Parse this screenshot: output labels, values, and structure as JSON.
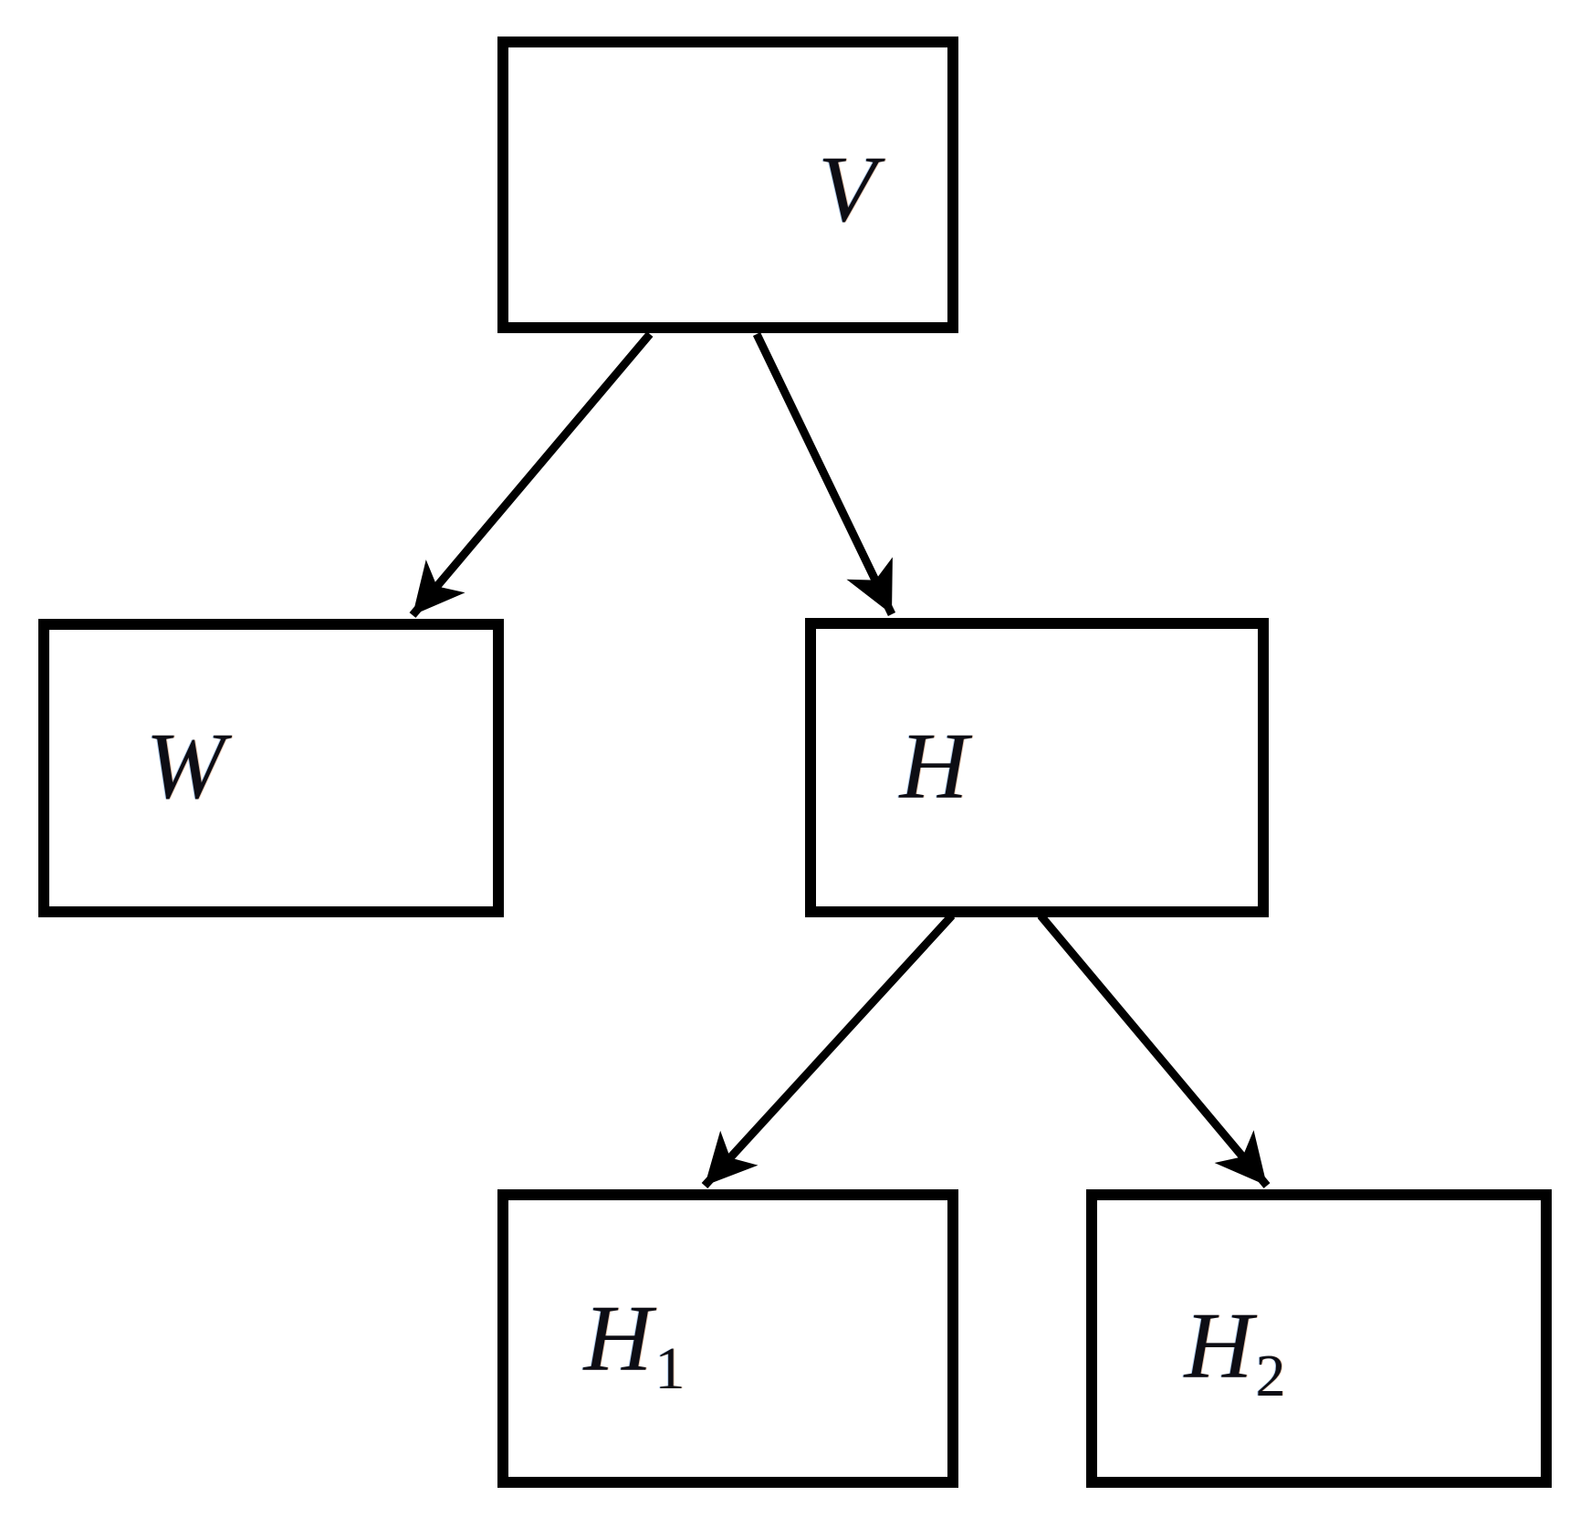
{
  "figure": {
    "type": "tree-diagram",
    "background_color": "#ffffff",
    "node_border_color": "#000000",
    "label_color": "#000000",
    "arrow_color": "#000000"
  },
  "nodes": {
    "v": {
      "label": "V",
      "sub": ""
    },
    "w": {
      "label": "W",
      "sub": ""
    },
    "h": {
      "label": "H",
      "sub": ""
    },
    "h1": {
      "label": "H",
      "sub": "1"
    },
    "h2": {
      "label": "H",
      "sub": "2"
    }
  },
  "edges": [
    {
      "from": "V",
      "to": "W"
    },
    {
      "from": "V",
      "to": "H"
    },
    {
      "from": "H",
      "to": "H1"
    },
    {
      "from": "H",
      "to": "H2"
    }
  ]
}
